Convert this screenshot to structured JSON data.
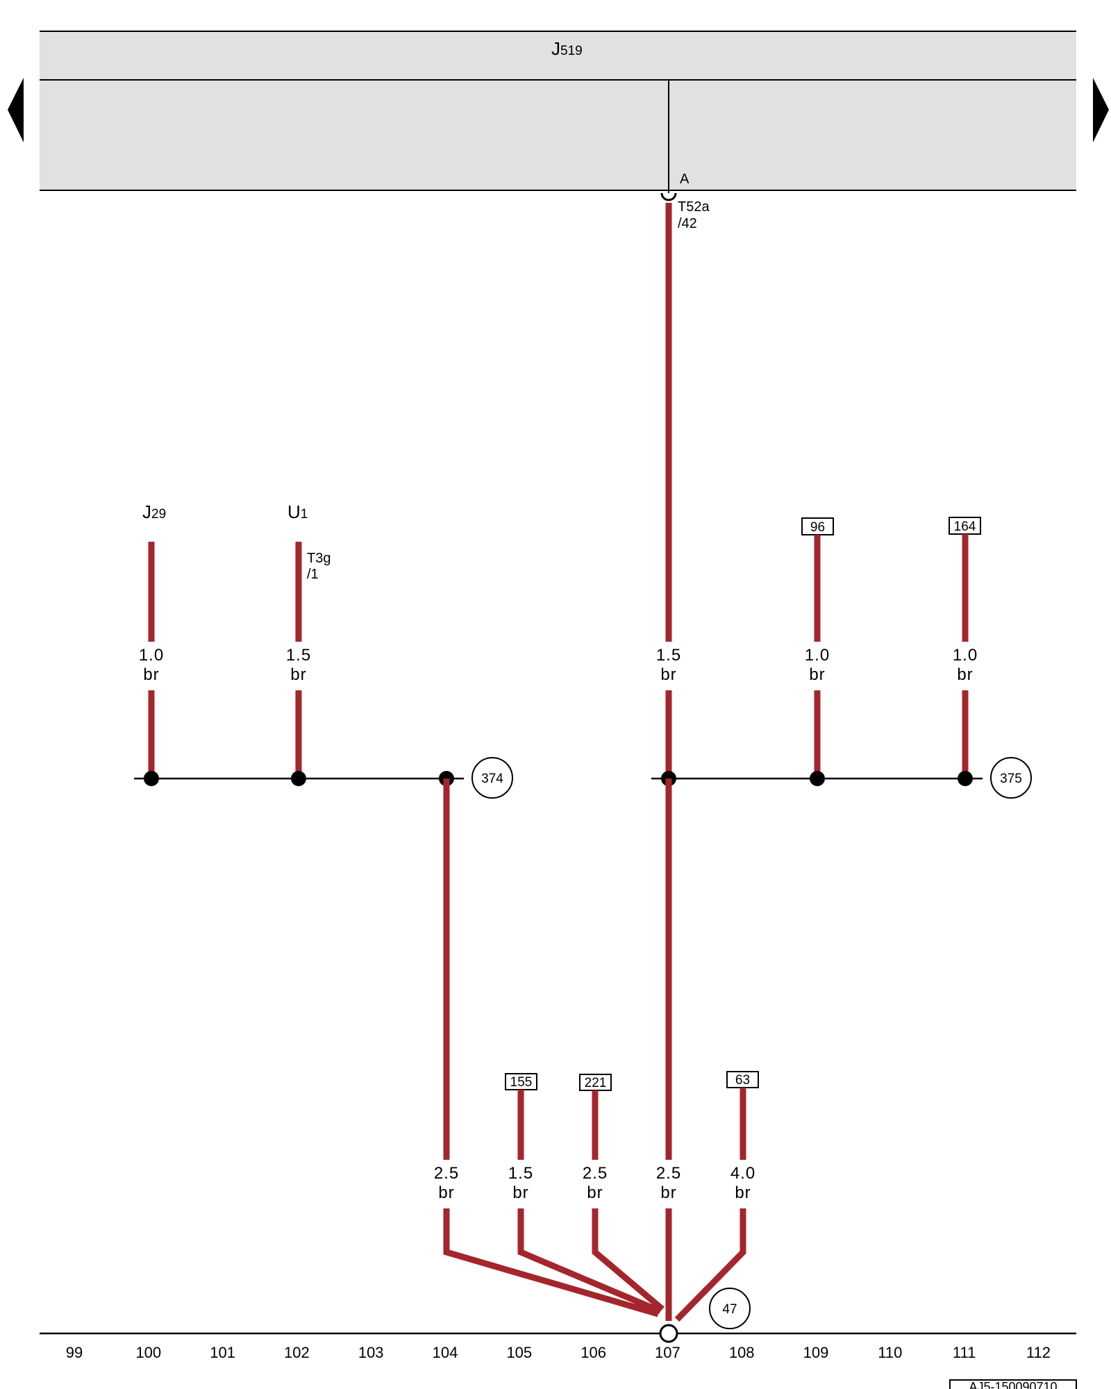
{
  "control_unit": {
    "name": "J",
    "index": "519",
    "pin": "A",
    "connector": "T52a",
    "connector_pin": "/42"
  },
  "wires": {
    "w100": {
      "size": "1.0",
      "color": "br"
    },
    "w102": {
      "size": "1.5",
      "color": "br"
    },
    "w107_upper": {
      "size": "1.5",
      "color": "br"
    },
    "w109": {
      "size": "1.0",
      "color": "br"
    },
    "w111": {
      "size": "1.0",
      "color": "br"
    },
    "w104": {
      "size": "2.5",
      "color": "br"
    },
    "w105": {
      "size": "1.5",
      "color": "br"
    },
    "w106": {
      "size": "2.5",
      "color": "br"
    },
    "w107_lower": {
      "size": "2.5",
      "color": "br"
    },
    "w108": {
      "size": "4.0",
      "color": "br"
    }
  },
  "components": {
    "j29": {
      "name": "J",
      "index": "29"
    },
    "u1": {
      "name": "U",
      "index": "1",
      "connector": "T3g",
      "connector_pin": "/1"
    }
  },
  "refs": {
    "r96": "96",
    "r164": "164",
    "r155": "155",
    "r221": "221",
    "r63": "63"
  },
  "points": {
    "c374": "374",
    "c375": "375",
    "c47": "47"
  },
  "tracks": [
    "99",
    "100",
    "101",
    "102",
    "103",
    "104",
    "105",
    "106",
    "107",
    "108",
    "109",
    "110",
    "111",
    "112"
  ],
  "doc_id": "AJ5-150090710",
  "colors": {
    "wire_brown": "#a4262c",
    "unit_fill": "#e1e1e1",
    "line": "#000000"
  },
  "nav": {
    "prev_icon": "triangle-left-icon",
    "next_icon": "triangle-right-icon"
  }
}
